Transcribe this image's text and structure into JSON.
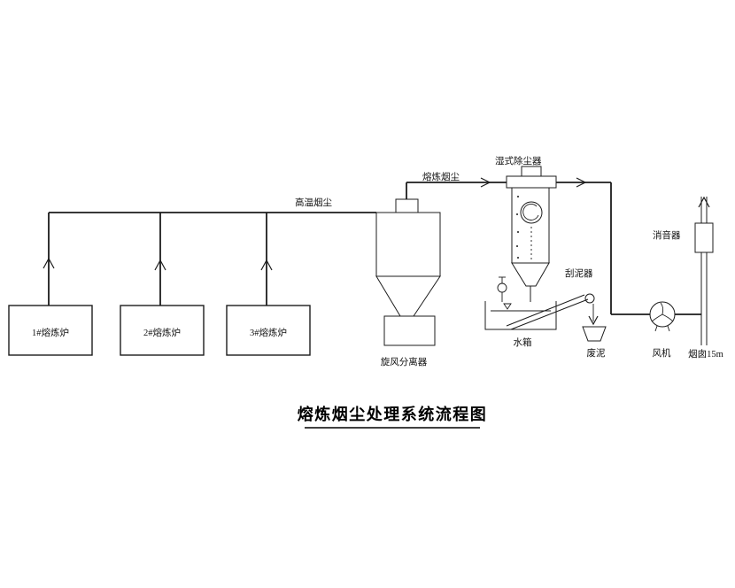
{
  "title": "熔炼烟尘处理系统流程图",
  "labels": {
    "furnace1": "1#熔炼炉",
    "furnace2": "2#熔炼炉",
    "furnace3": "3#熔炼炉",
    "high_temp_fume": "高温烟尘",
    "smelting_fume": "熔炼烟尘",
    "cyclone_separator": "旋风分离器",
    "wet_dust_collector": "湿式除尘器",
    "water_tank": "水箱",
    "mud_scraper": "刮泥器",
    "waste_mud": "废泥",
    "fan": "风机",
    "muffler": "消音器",
    "chimney": "烟囱15m"
  },
  "colors": {
    "line": "#1c1c1c",
    "background": "#ffffff"
  }
}
